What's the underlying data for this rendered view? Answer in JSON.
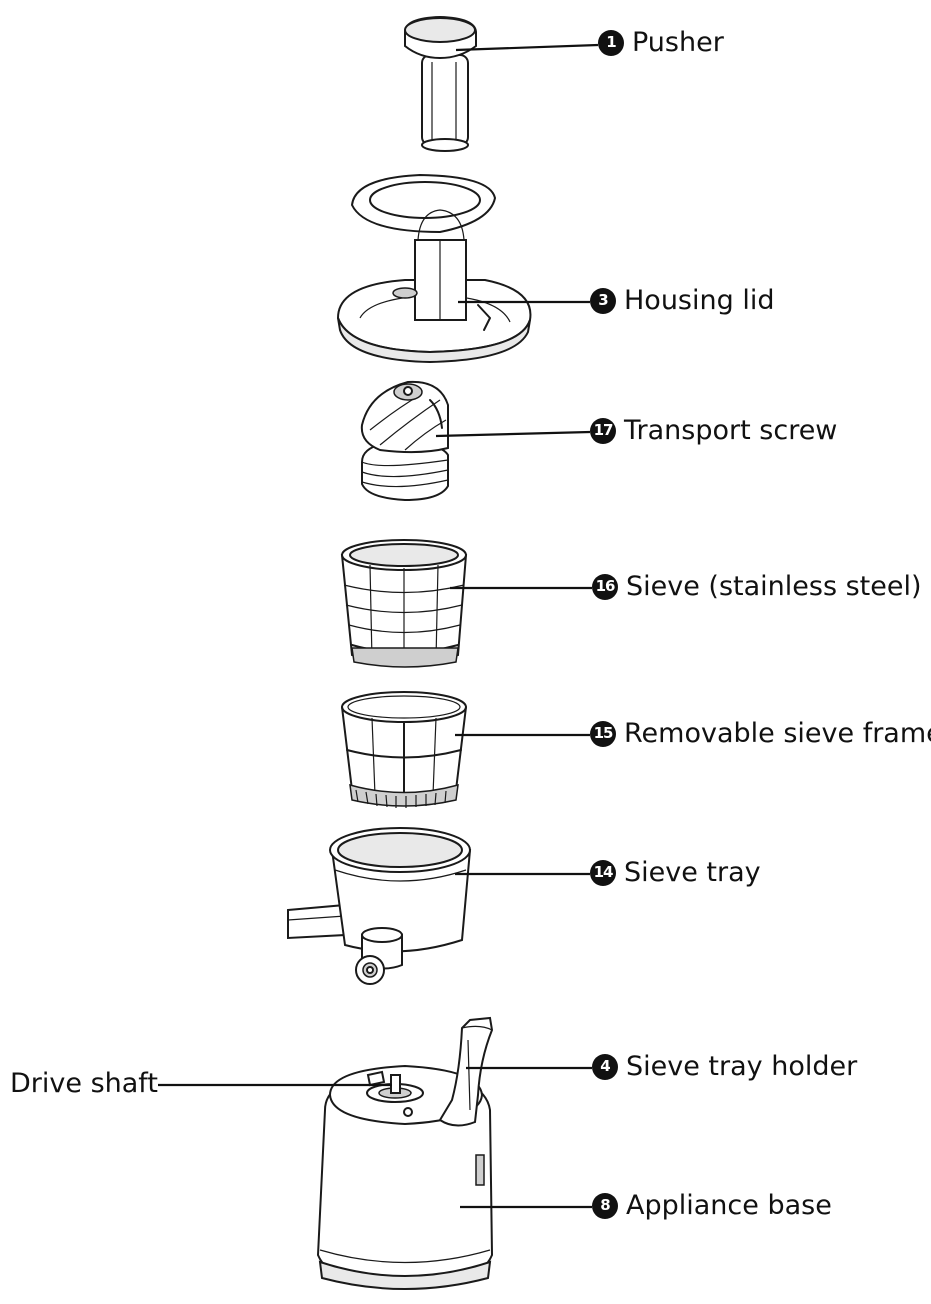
{
  "parts": [
    {
      "id": "pusher",
      "number": "1",
      "name": "Pusher"
    },
    {
      "id": "housing-lid",
      "number": "3",
      "name": "Housing lid"
    },
    {
      "id": "transport-screw",
      "number": "17",
      "name": "Transport screw"
    },
    {
      "id": "sieve",
      "number": "16",
      "name": "Sieve (stainless steel)"
    },
    {
      "id": "sieve-frame",
      "number": "15",
      "name": "Removable sieve frame"
    },
    {
      "id": "sieve-tray",
      "number": "14",
      "name": "Sieve tray"
    },
    {
      "id": "sieve-tray-holder",
      "number": "4",
      "name": "Sieve tray holder"
    },
    {
      "id": "appliance-base",
      "number": "8",
      "name": "Appliance base"
    }
  ],
  "unnumbered_label": "Drive shaft",
  "colors": {
    "line": "#1a1a1a",
    "badge": "#111111",
    "background": "#ffffff"
  }
}
